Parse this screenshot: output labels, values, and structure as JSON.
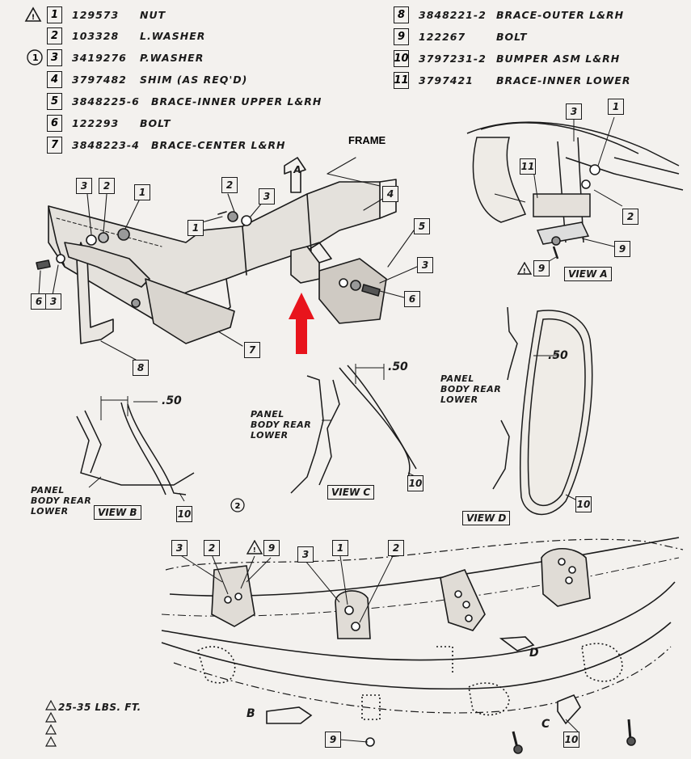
{
  "legend": [
    {
      "num": "1",
      "part": "129573",
      "desc": "NUT",
      "flag": "triangle"
    },
    {
      "num": "2",
      "part": "103328",
      "desc": "L.WASHER",
      "flag": ""
    },
    {
      "num": "3",
      "part": "3419276",
      "desc": "P.WASHER",
      "flag": "circle-1"
    },
    {
      "num": "4",
      "part": "3797482",
      "desc": "SHIM (AS REQ'D)",
      "flag": ""
    },
    {
      "num": "5",
      "part": "3848225-6",
      "desc": "BRACE-INNER UPPER L&RH",
      "flag": ""
    },
    {
      "num": "6",
      "part": "122293",
      "desc": "BOLT",
      "flag": ""
    },
    {
      "num": "7",
      "part": "3848223-4",
      "desc": "BRACE-CENTER L&RH",
      "flag": ""
    },
    {
      "num": "8",
      "part": "3848221-2",
      "desc": "BRACE-OUTER L&RH",
      "flag": ""
    },
    {
      "num": "9",
      "part": "122267",
      "desc": "BOLT",
      "flag": ""
    },
    {
      "num": "10",
      "part": "3797231-2",
      "desc": "BUMPER ASM L&RH",
      "flag": ""
    },
    {
      "num": "11",
      "part": "3797421",
      "desc": "BRACE-INNER LOWER",
      "flag": ""
    }
  ],
  "labels": {
    "frame": "FRAME",
    "view_a_arrow": "A",
    "view_a": "VIEW A",
    "view_b": "VIEW B",
    "view_c": "VIEW C",
    "view_d": "VIEW D",
    "panel_body_rear_lower": "PANEL BODY REAR LOWER",
    "dim_50": ".50",
    "torque_note": "25-35 LBS. FT.",
    "circle_2": "2",
    "arrow_b": "B",
    "arrow_c": "C",
    "arrow_d": "D"
  },
  "colors": {
    "ink": "#1a1a1a",
    "paper": "#f3f1ee",
    "red_arrow": "#e8141c"
  }
}
